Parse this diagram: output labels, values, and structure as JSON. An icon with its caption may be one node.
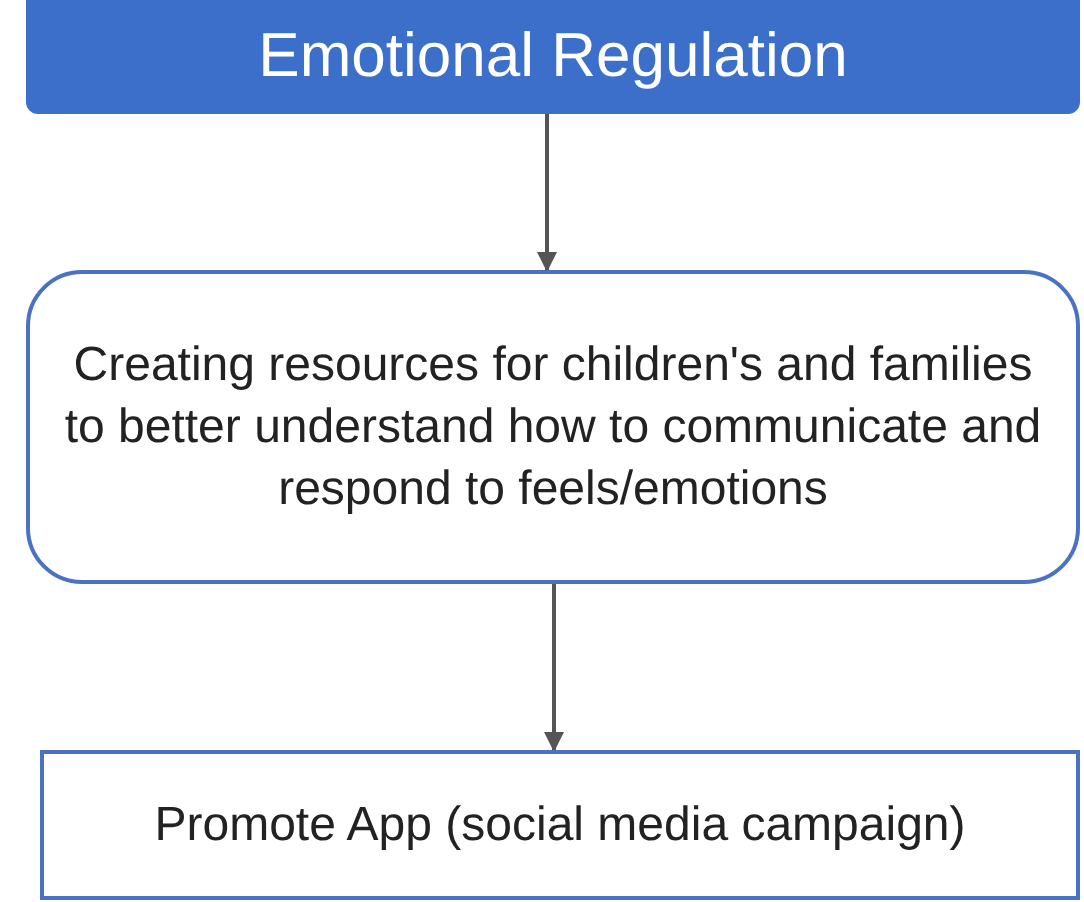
{
  "diagram": {
    "nodes": [
      {
        "text": [
          "Emotional Regulation"
        ]
      },
      {
        "text": [
          "Creating resources for children's and families to better understand how to communicate and respond to feels/emotions"
        ]
      },
      {
        "text": [
          "Promote App (social media campaign)"
        ]
      }
    ],
    "edges": [
      {
        "from": 0,
        "to": 1,
        "arrow": "to"
      },
      {
        "from": 1,
        "to": 2,
        "arrow": "to"
      }
    ]
  }
}
